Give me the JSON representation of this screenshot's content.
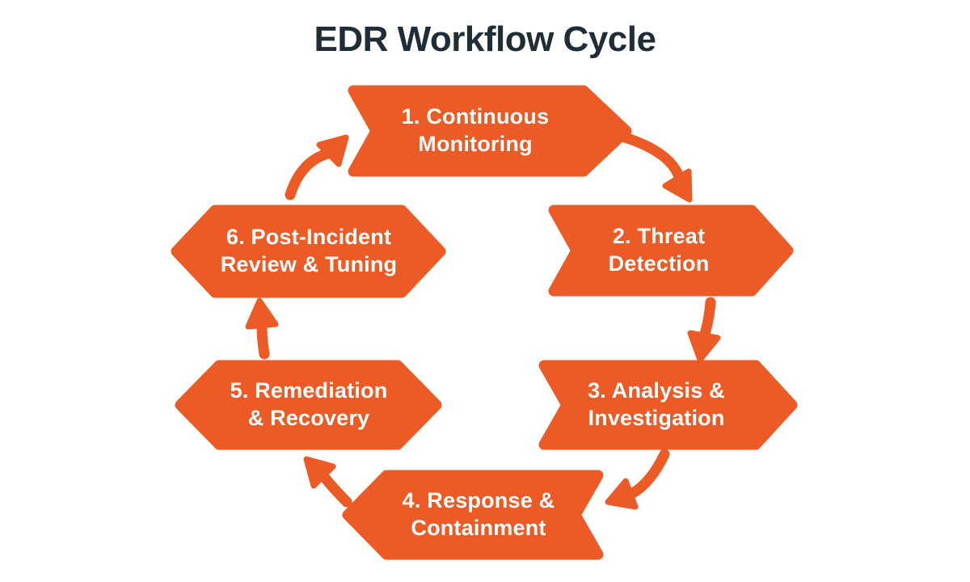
{
  "title": "EDR Workflow Cycle",
  "colors": {
    "accent_orange": "#EC5B26",
    "title_text": "#1F2D36",
    "step_text": "#FFFFFF",
    "background": "#FFFFFF"
  },
  "steps": [
    {
      "label": "1. Continuous\nMonitoring"
    },
    {
      "label": "2. Threat\nDetection"
    },
    {
      "label": "3. Analysis &\nInvestigation"
    },
    {
      "label": "4. Response &\nContainment"
    },
    {
      "label": "5. Remediation\n& Recovery"
    },
    {
      "label": "6. Post-Incident\nReview & Tuning"
    }
  ],
  "flow": {
    "type": "cycle",
    "direction": "clockwise",
    "arrow_count": 6
  }
}
